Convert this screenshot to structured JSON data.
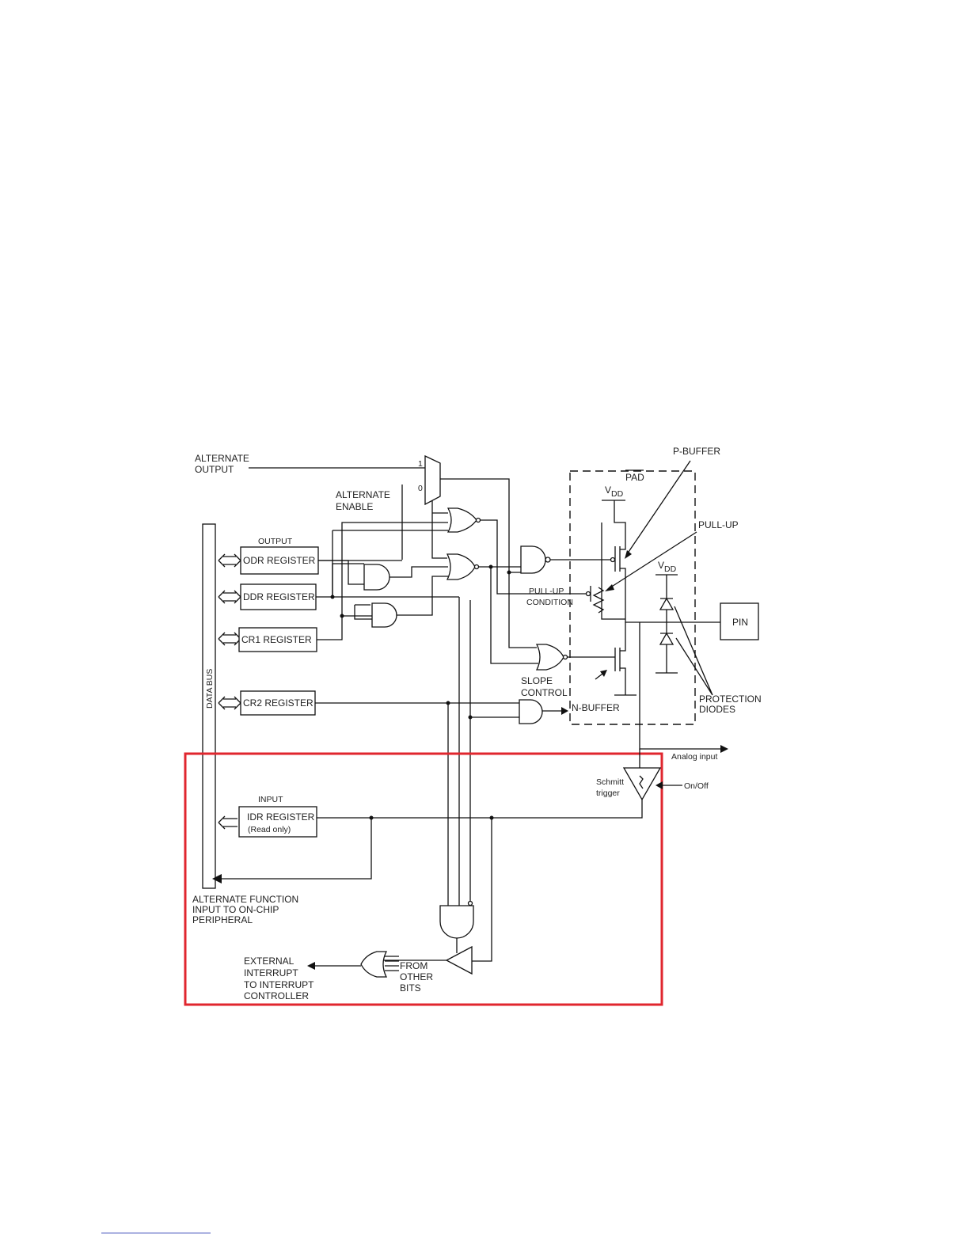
{
  "labels": {
    "alternate_output": [
      "ALTERNATE",
      "OUTPUT"
    ],
    "alternate_enable": [
      "ALTERNATE",
      "ENABLE"
    ],
    "mux_1": "1",
    "mux_0": "0",
    "output": "OUTPUT",
    "odr_register": "ODR REGISTER",
    "ddr_register": "DDR REGISTER",
    "cr1_register": "CR1 REGISTER",
    "cr2_register": "CR2 REGISTER",
    "data_bus": "DATA BUS",
    "input": "INPUT",
    "idr_register": "IDR REGISTER",
    "idr_read_only": "(Read only)",
    "p_buffer": "P-BUFFER",
    "pad": "PAD",
    "vdd_top": "V",
    "vdd_sub": "DD",
    "pull_up": "PULL-UP",
    "pull_up_condition": [
      "PULL-UP",
      "CONDITION"
    ],
    "pin": "PIN",
    "slope_control": [
      "SLOPE",
      "CONTROL"
    ],
    "n_buffer": "N-BUFFER",
    "protection_diodes": [
      "PROTECTION",
      "DIODES"
    ],
    "analog_input": "Analog input",
    "schmitt_trigger": [
      "Schmitt",
      "trigger"
    ],
    "on_off": "On/Off",
    "alternate_function": [
      "ALTERNATE FUNCTION",
      "INPUT TO ON-CHIP",
      "PERIPHERAL"
    ],
    "from_other_bits": [
      "FROM",
      "OTHER",
      "BITS"
    ],
    "external_interrupt": [
      "EXTERNAL",
      "INTERRUPT",
      "TO INTERRUPT",
      "CONTROLLER"
    ]
  },
  "colors": {
    "highlight_box": "#e0262e",
    "line": "#111111",
    "footer_link": "#3b4bb8"
  }
}
